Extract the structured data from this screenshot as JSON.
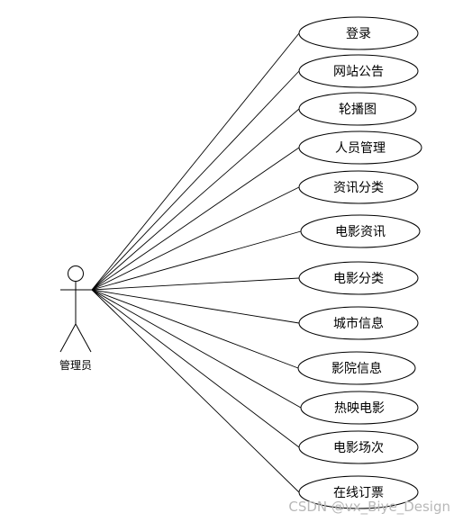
{
  "actor": {
    "label": "管理员"
  },
  "use_cases": [
    {
      "label": "登录"
    },
    {
      "label": "网站公告"
    },
    {
      "label": "轮播图"
    },
    {
      "label": "人员管理"
    },
    {
      "label": "资讯分类"
    },
    {
      "label": "电影资讯"
    },
    {
      "label": "电影分类"
    },
    {
      "label": "城市信息"
    },
    {
      "label": "影院信息"
    },
    {
      "label": "热映电影"
    },
    {
      "label": "电影场次"
    },
    {
      "label": "在线订票"
    }
  ],
  "watermark": "CSDN @vx_Biye_Design"
}
